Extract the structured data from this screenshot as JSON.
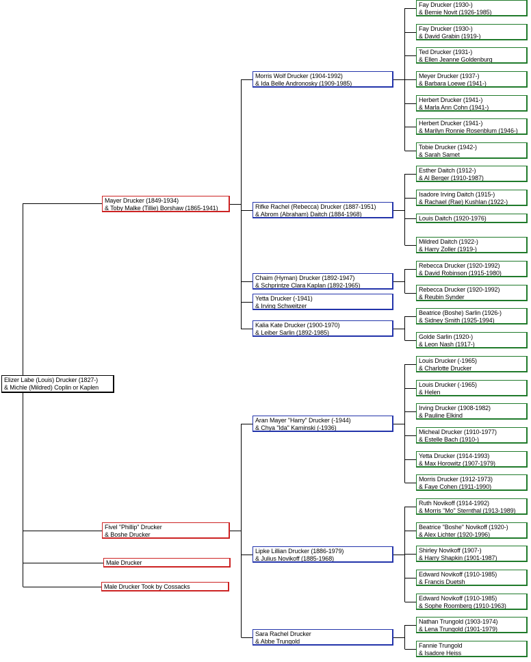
{
  "root": {
    "line1": "Elizer Labe (Louis) Drucker (1827-)",
    "line2": "& Michle (Mildred) Coplin or Kaplen"
  },
  "children": [
    {
      "line1": "Mayer Drucker (1849-1934)",
      "line2": "& Toby Malke (Tillie) Borshaw (1865-1941)",
      "children": [
        {
          "line1": "Morris Wolf Drucker (1904-1992)",
          "line2": "& Ida Belle Andronosky (1909-1985)",
          "children": [
            {
              "line1": "Fay Drucker (1930-)",
              "line2": "& Bernie Novit (1926-1985)"
            },
            {
              "line1": "Fay Drucker (1930-)",
              "line2": "& David Grabin (1919-)"
            },
            {
              "line1": "Ted Drucker (1931-)",
              "line2": "& Ellen Jeanne Goldenburg"
            },
            {
              "line1": "Meyer Drucker (1937-)",
              "line2": "& Barbara Loewe (1941-)"
            },
            {
              "line1": "Herbert Drucker (1941-)",
              "line2": "& Marla Ann Cohn (1941-)"
            },
            {
              "line1": "Herbert Drucker (1941-)",
              "line2": "& Marilyn Ronnie Rosenblum (1946-)"
            },
            {
              "line1": "Tobie Drucker (1942-)",
              "line2": "& Sarah Samet"
            }
          ]
        },
        {
          "line1": "Rifke Rachel (Rebecca) Drucker (1887-1951)",
          "line2": "& Abrom (Abraham) Daitch (1884-1968)",
          "children": [
            {
              "line1": "Esther Daitch (1912-)",
              "line2": "& Al Berger (1910-1987)"
            },
            {
              "line1": "Isadore Irving Daitch (1915-)",
              "line2": "& Rachael (Rae) Kushlan (1922-)"
            },
            {
              "line1": "Louis Daitch (1920-1976)",
              "line2": ""
            },
            {
              "line1": "Mildred Daitch (1922-)",
              "line2": "& Harry Zoller (1919-)"
            }
          ]
        },
        {
          "line1": "Chaim (Hyman) Drucker (1892-1947)",
          "line2": "& Schprintze Clara Kaplan (1892-1965)",
          "children": [
            {
              "line1": "Rebecca Drucker (1920-1992)",
              "line2": "& David Robinson (1915-1980)"
            },
            {
              "line1": "Rebecca Drucker (1920-1992)",
              "line2": "& Reubin Synder"
            }
          ]
        },
        {
          "line1": "Yetta Drucker (-1941)",
          "line2": "& Irving Schweitzer",
          "children": []
        },
        {
          "line1": "Kalia Kate Drucker (1900-1970)",
          "line2": "& Leiber Sarlin (1892-1985)",
          "children": [
            {
              "line1": "Beatrice (Boshe) Sarlin (1926-)",
              "line2": "& Sidney Smith (1925-1994)"
            },
            {
              "line1": "Golde Sarlin (1920-)",
              "line2": "& Leon Nash (1917-)"
            }
          ]
        }
      ]
    },
    {
      "line1": "Fivel \"Phillip\" Drucker",
      "line2": "& Boshe Drucker",
      "children": [
        {
          "line1": "Aran Mayer \"Harry\" Drucker (-1944)",
          "line2": "& Chya \"Ida\" Kaminski (-1936)",
          "children": [
            {
              "line1": "Louis Drucker (-1965)",
              "line2": "& Charlotte Drucker"
            },
            {
              "line1": "Louis Drucker (-1965)",
              "line2": "& Helen"
            },
            {
              "line1": "Irving Drucker (1908-1982)",
              "line2": "& Pauline Elkind"
            },
            {
              "line1": "Micheal Drucker (1910-1977)",
              "line2": "& Estelle Bach (1910-)"
            },
            {
              "line1": "Yetta Drucker (1914-1993)",
              "line2": "& Max Horowitz (1907-1979)"
            },
            {
              "line1": "Morris Drucker (1912-1973)",
              "line2": "& Faye Cohen (1911-1990)"
            }
          ]
        },
        {
          "line1": "Lipke Lillian Drucker (1886-1979)",
          "line2": "& Julius Novikoff (1885-1968)",
          "children": [
            {
              "line1": "Ruth Novikoff (1914-1992)",
              "line2": "& Morris \"Mo\" Sternthal (1913-1989)"
            },
            {
              "line1": "Beatrice \"Boshe\" Novikoff (1920-)",
              "line2": "& Alex Lichter (1920-1996)"
            },
            {
              "line1": "Shirley Novikoff (1907-)",
              "line2": "& Harry Shapkin (1901-1987)"
            },
            {
              "line1": "Edward Novikoff (1910-1985)",
              "line2": "& Francis Duetsh"
            },
            {
              "line1": "Edward Novikoff (1910-1985)",
              "line2": "& Sophe Roomberg (1910-1963)"
            }
          ]
        },
        {
          "line1": "Sara Rachel Drucker",
          "line2": "& Abbe Trungold",
          "children": [
            {
              "line1": "Nathan Trungold (1903-1974)",
              "line2": "& Lena Trungold (1901-1979)"
            },
            {
              "line1": "Fannie Trungold",
              "line2": "& Isadore Heiss"
            }
          ]
        }
      ]
    },
    {
      "line1": "Male Drucker",
      "line2": "",
      "children": []
    },
    {
      "line1": "Male Drucker Took by Cossacks",
      "line2": "",
      "children": []
    }
  ],
  "colors": {
    "root": "#000000",
    "gen1": "#cc2222",
    "gen2": "#2233aa",
    "gen3": "#1f7a2a",
    "lines": "#000000"
  }
}
